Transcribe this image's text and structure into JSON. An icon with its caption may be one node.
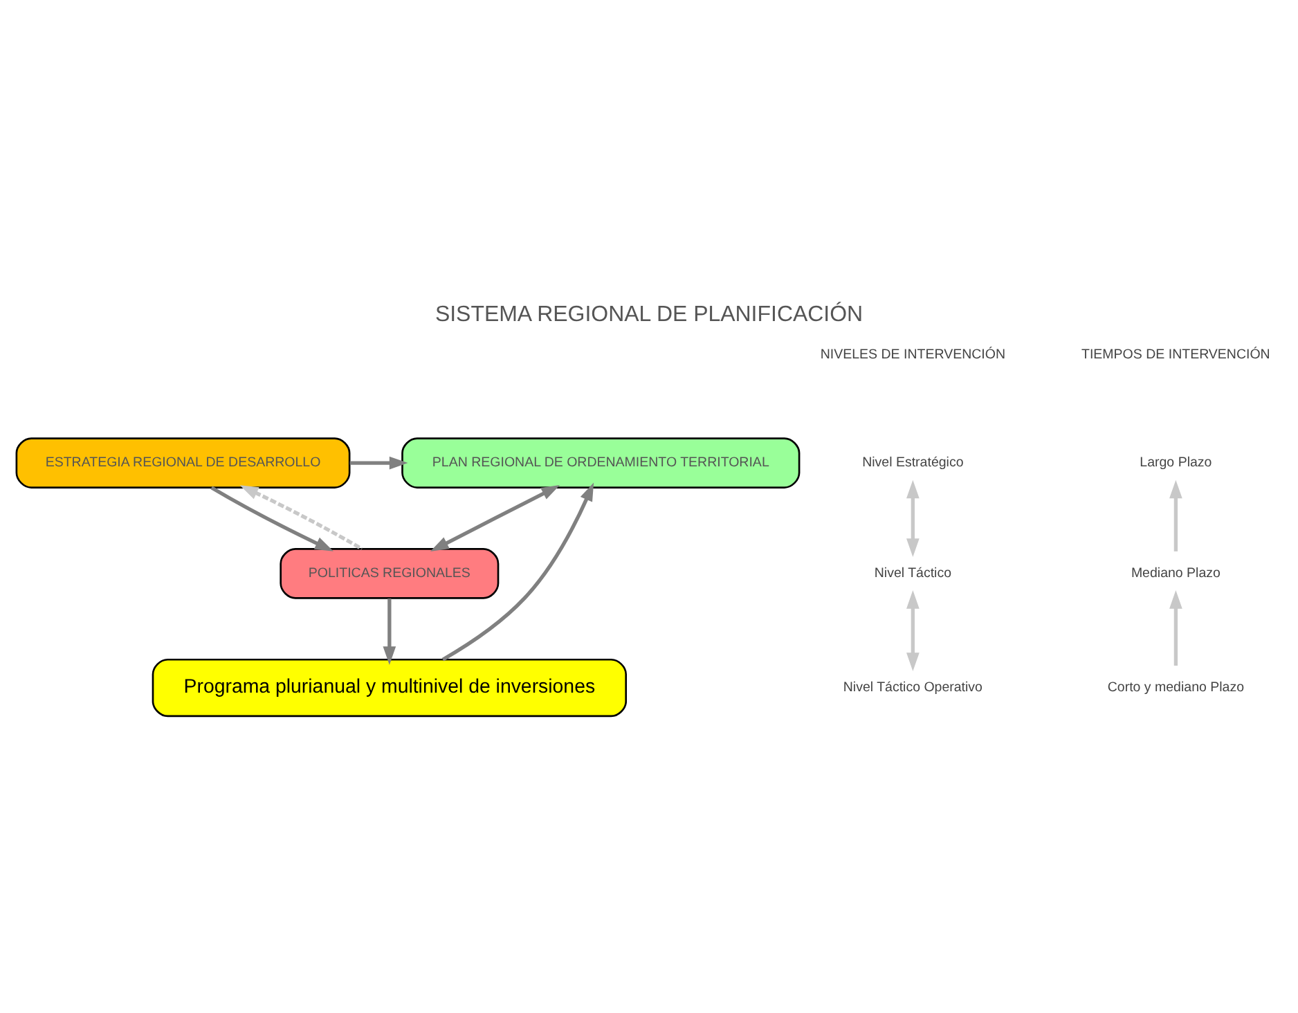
{
  "diagram": {
    "title": "SISTEMA REGIONAL DE PLANIFICACIÓN",
    "nodes": [
      {
        "text": [
          "ESTRATEGIA REGIONAL DE DESARROLLO"
        ]
      },
      {
        "text": [
          "PLAN REGIONAL DE ORDENAMIENTO TERRITORIAL"
        ]
      },
      {
        "text": [
          "POLITICAS REGIONALES"
        ]
      },
      {
        "text": [
          "Programa plurianual y multinivel de inversiones"
        ]
      },
      {
        "text": [
          "Nivel Estratégico"
        ]
      },
      {
        "text": [
          "Nivel Táctico"
        ]
      },
      {
        "text": [
          "Nivel Táctico Operativo"
        ]
      },
      {
        "text": [
          "Largo Plazo"
        ]
      },
      {
        "text": [
          "Mediano Plazo"
        ]
      },
      {
        "text": [
          "Corto y mediano Plazo"
        ]
      }
    ],
    "edges": [
      {
        "from": 0,
        "to": 1,
        "arrow": "to"
      },
      {
        "from": 0,
        "to": 2,
        "arrow": "to"
      },
      {
        "from": 2,
        "to": 0,
        "arrow": "to",
        "style": "dashed",
        "color": "#c8c8c8"
      },
      {
        "from": 2,
        "to": 1,
        "arrow": "both"
      },
      {
        "from": 2,
        "to": 3,
        "arrow": "to"
      },
      {
        "from": 3,
        "to": 1,
        "arrow": "to"
      },
      {
        "from": 4,
        "to": 5,
        "arrow": "both",
        "color": "#c8c8c8"
      },
      {
        "from": 5,
        "to": 6,
        "arrow": "both",
        "color": "#c8c8c8"
      },
      {
        "from": 8,
        "to": 7,
        "arrow": "to",
        "color": "#c8c8c8"
      },
      {
        "from": 9,
        "to": 8,
        "arrow": "to",
        "color": "#c8c8c8"
      }
    ],
    "labels": [
      "NIVELES DE INTERVENCIÓN",
      "TIEMPOS DE INTERVENCIÓN"
    ]
  }
}
